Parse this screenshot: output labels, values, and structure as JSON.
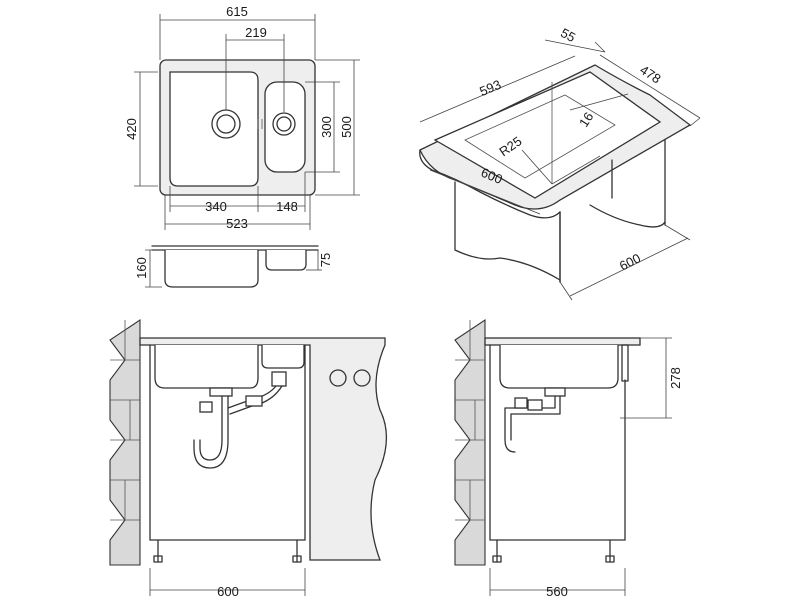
{
  "dimensions": {
    "top_width": "615",
    "center_spacing": "219",
    "depth_outer": "420",
    "depth_total": "500",
    "small_bowl_depth": "300",
    "main_bowl_width": "340",
    "small_bowl_width": "148",
    "inner_width": "523",
    "main_bowl_height": "160",
    "small_bowl_height": "75",
    "cabinet_top_offset": "55",
    "cutout_width": "593",
    "cutout_depth": "478",
    "corner_radius": "R25",
    "edge_distance": "16",
    "cabinet_width_iso": "600",
    "cabinet_depth_iso": "600",
    "cabinet_width_front": "600",
    "cabinet_width_side": "560",
    "side_height": "278"
  }
}
